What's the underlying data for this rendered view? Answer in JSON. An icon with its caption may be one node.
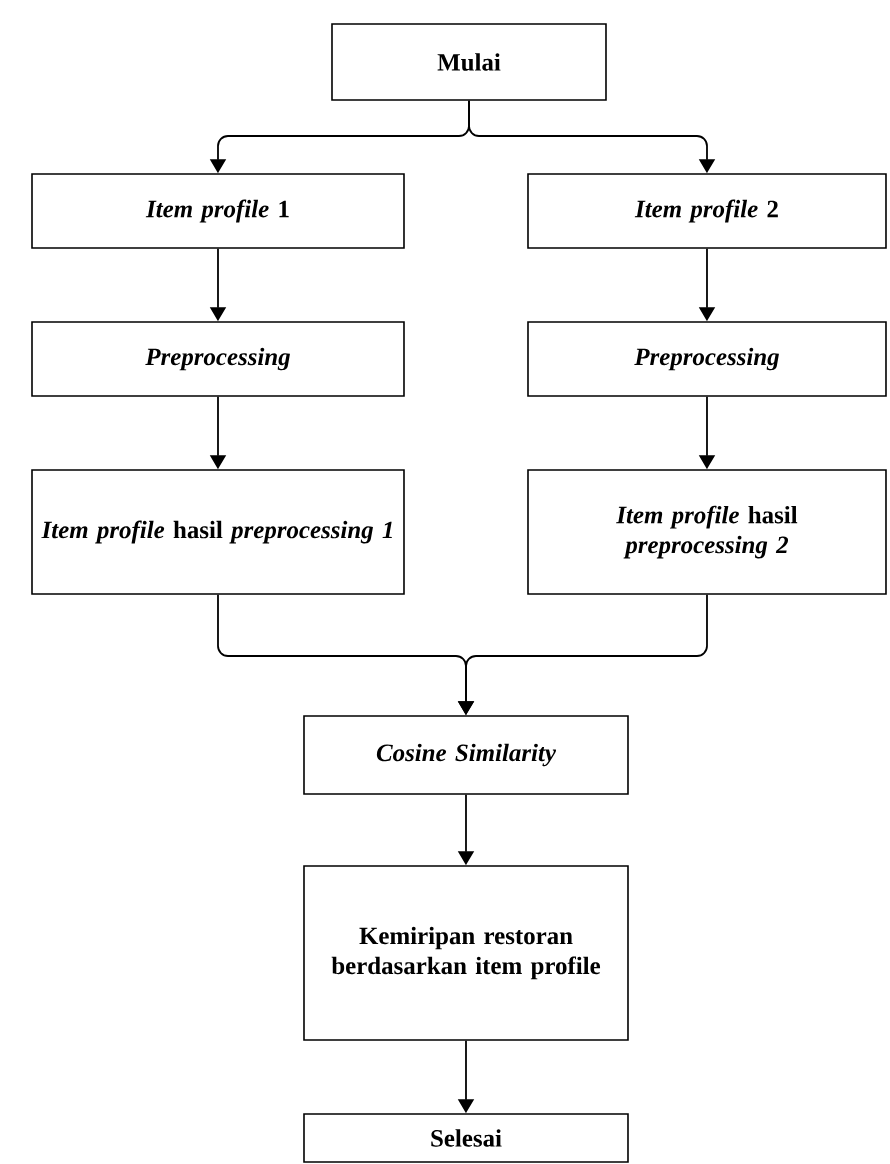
{
  "diagram": {
    "nodes": [
      {
        "text": [
          "Mulai"
        ]
      },
      {
        "text": [
          "*Item profile* 1"
        ]
      },
      {
        "text": [
          "*Item profile* 2"
        ]
      },
      {
        "text": [
          "Preprocessing"
        ]
      },
      {
        "text": [
          "Preprocessing"
        ]
      },
      {
        "text": [
          "*Item profile* hasil *preprocessing 1*"
        ]
      },
      {
        "text": [
          "*Item profile* hasil *preprocessing 2*"
        ]
      },
      {
        "text": [
          "Cosine Similarity"
        ]
      },
      {
        "text": [
          "Kemiripan restoran berdasarkan item profile"
        ]
      },
      {
        "text": [
          "Selesai"
        ]
      }
    ],
    "edges": [
      {
        "from": 0,
        "to": 1,
        "arrow": "to"
      },
      {
        "from": 0,
        "to": 2,
        "arrow": "to"
      },
      {
        "from": 1,
        "to": 3,
        "arrow": "to"
      },
      {
        "from": 2,
        "to": 4,
        "arrow": "to"
      },
      {
        "from": 3,
        "to": 5,
        "arrow": "to"
      },
      {
        "from": 4,
        "to": 6,
        "arrow": "to"
      },
      {
        "from": 5,
        "to": 7,
        "arrow": "to"
      },
      {
        "from": 6,
        "to": 7,
        "arrow": "to"
      },
      {
        "from": 7,
        "to": 8,
        "arrow": "to"
      },
      {
        "from": 8,
        "to": 9,
        "arrow": "to"
      }
    ]
  }
}
